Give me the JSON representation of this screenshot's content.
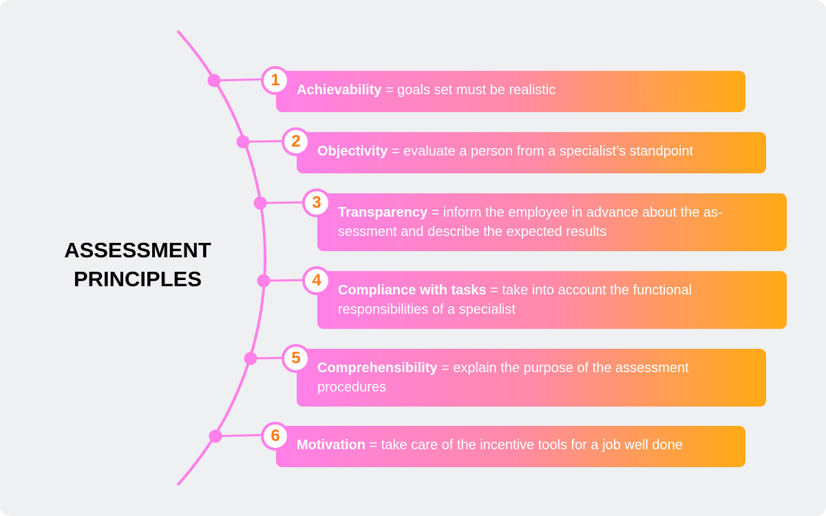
{
  "title": [
    "ASSESSMENT",
    "PRINCIPLES"
  ],
  "colors": {
    "line": "#ff80e8",
    "gradient_start": "#ff80e8",
    "gradient_end": "#ffaa14",
    "number": "#ff7a10"
  },
  "items": [
    {
      "num": "1",
      "name": "Achievability",
      "desc": " = goals set must be realistic"
    },
    {
      "num": "2",
      "name": "Objectivity",
      "desc": " = evaluate a person from a specialist’s standpoint"
    },
    {
      "num": "3",
      "name": "Transparency",
      "desc": " = inform the employee in advance about the as-sessment and describe the expected results"
    },
    {
      "num": "4",
      "name": "Compliance with tasks",
      "desc": " =  take into account the functional responsibilities of a specialist"
    },
    {
      "num": "5",
      "name": "Comprehensibility",
      "desc": " = explain the purpose of the assessment procedures"
    },
    {
      "num": "6",
      "name": "Motivation",
      "desc": " = take care of the incentive tools for a job well done"
    }
  ]
}
